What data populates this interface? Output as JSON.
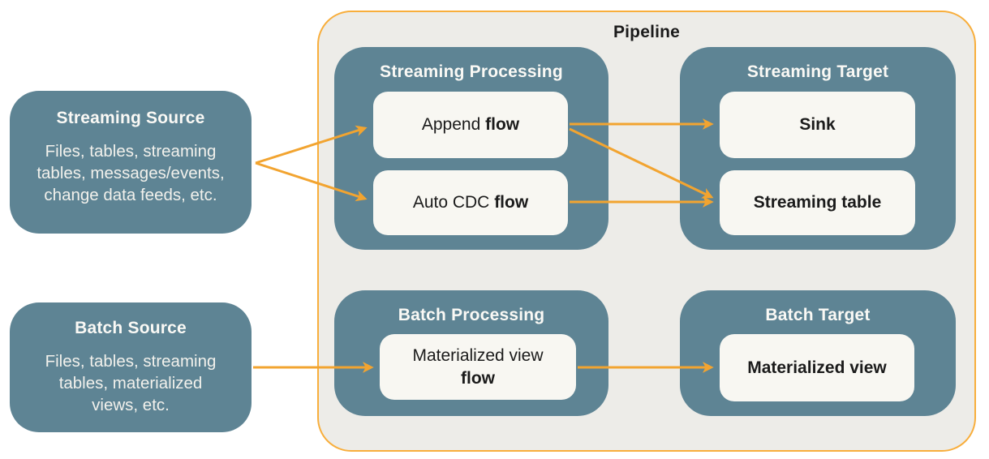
{
  "diagram": {
    "pipeline_title": "Pipeline",
    "sources": [
      {
        "title": "Streaming Source",
        "body": "Files, tables, streaming\ntables, messages/events,\nchange data feeds, etc."
      },
      {
        "title": "Batch Source",
        "body": "Files, tables, streaming\ntables, materialized\nviews, etc."
      }
    ],
    "groups": [
      {
        "title": "Streaming Processing"
      },
      {
        "title": "Streaming Target"
      },
      {
        "title": "Batch Processing"
      },
      {
        "title": "Batch Target"
      }
    ],
    "nodes": [
      {
        "text": "Append ",
        "bold": "flow"
      },
      {
        "text": "Auto CDC ",
        "bold": "flow"
      },
      {
        "bold": "Sink"
      },
      {
        "bold": "Streaming table"
      },
      {
        "text": "Materialized view",
        "bold": "flow"
      },
      {
        "bold": "Materialized view"
      }
    ],
    "colors": {
      "teal_box": "#5E8494",
      "pipeline_background": "#EDECE8",
      "pipeline_border_orange": "#F8AE3C",
      "arrow_orange": "#F2A430",
      "card_background": "#F8F7F2",
      "text_dark": "#1B1B1B",
      "text_light": "#FAF9F5"
    }
  }
}
